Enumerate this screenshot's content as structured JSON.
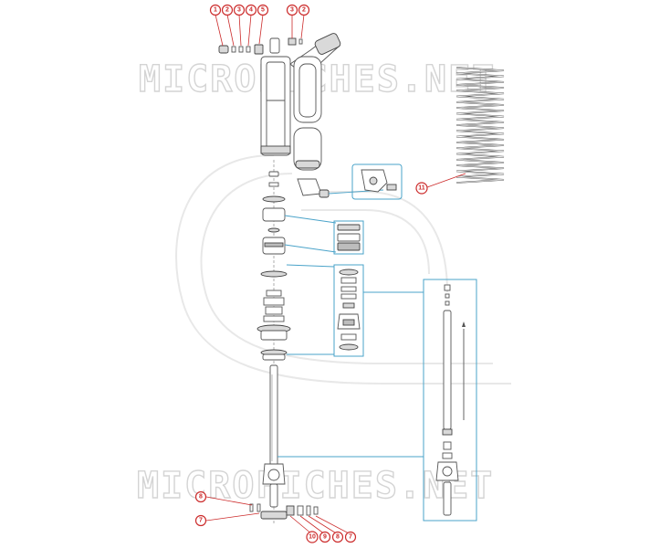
{
  "watermark_text": "MICROFICHES.NET",
  "callouts_top_left": [
    "1",
    "2",
    "3",
    "4",
    "5"
  ],
  "callouts_top_right": [
    "3",
    "2"
  ],
  "callout_spring": "11",
  "callouts_bottom_left": [
    "8",
    "7"
  ],
  "callouts_bottom_row": [
    "10",
    "9",
    "8",
    "7"
  ],
  "colors": {
    "callout": "#cc2b2b",
    "detail_box": "#4aa3c9",
    "line_art": "#555555",
    "watermark": "#d4d4d4"
  }
}
